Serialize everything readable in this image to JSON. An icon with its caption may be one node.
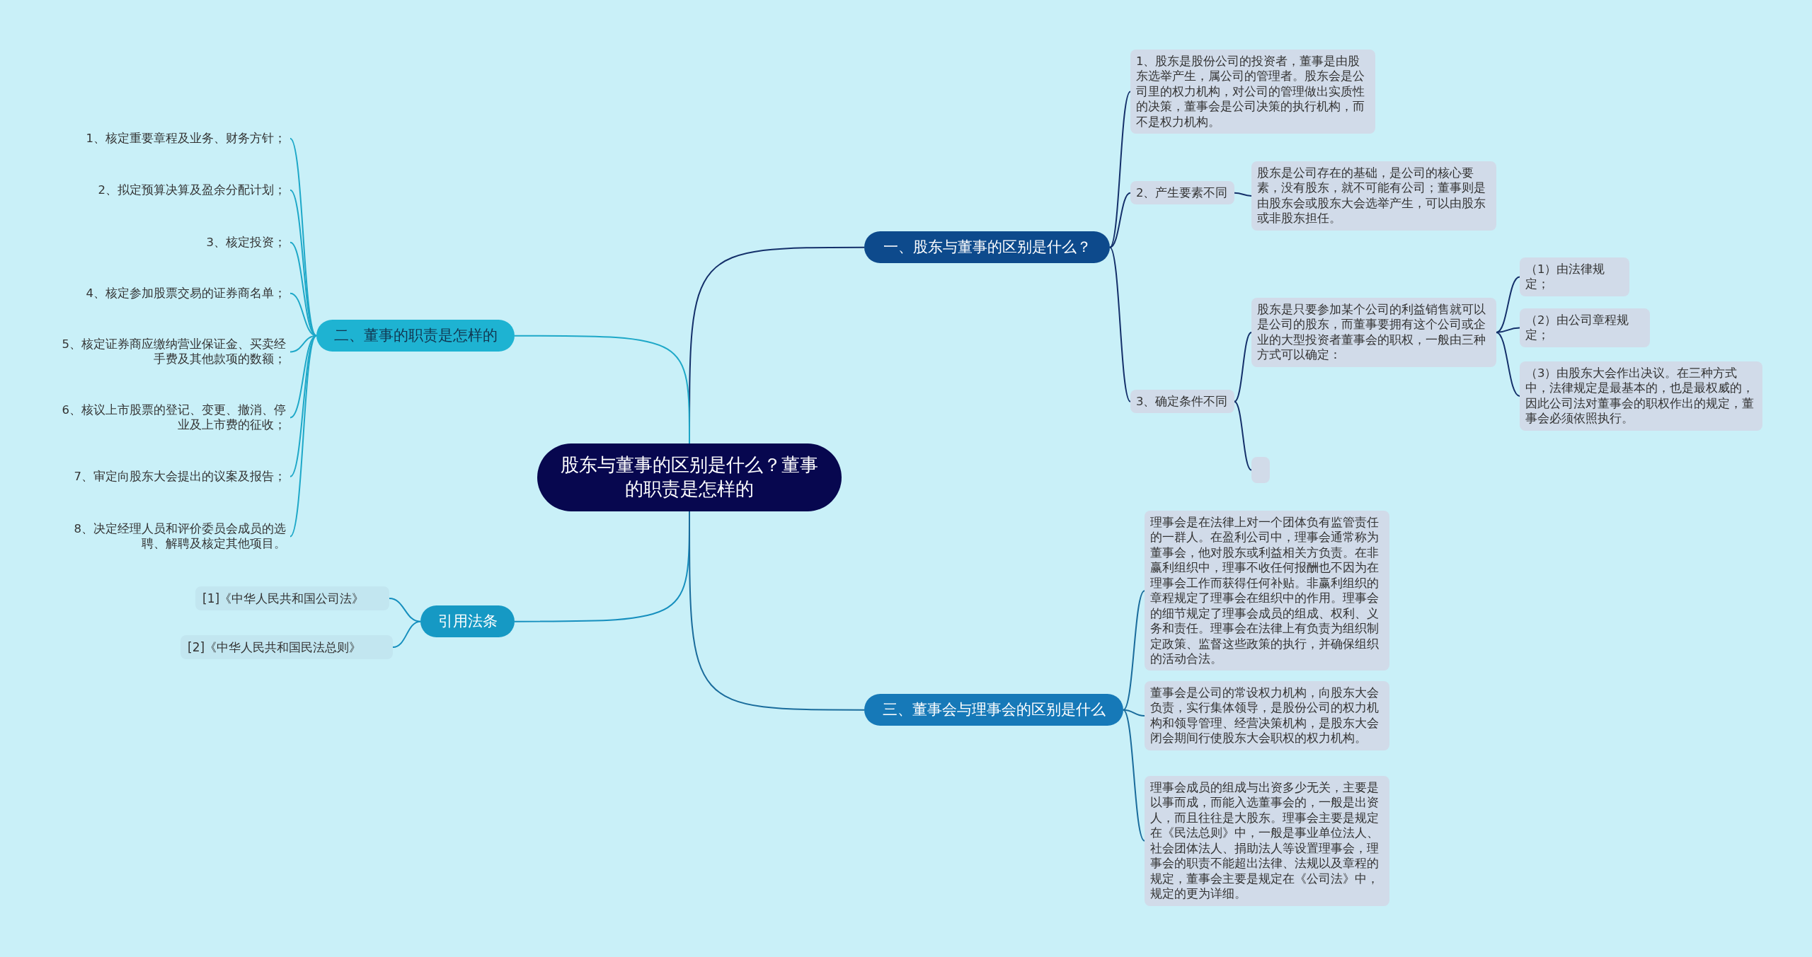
{
  "diagram": {
    "nodes": [
      {
        "text": [
          "股东与董事的区别是什么？董事的职责是怎样的"
        ]
      },
      {
        "text": [
          "一、股东与董事的区别是什么？"
        ]
      },
      {
        "text": [
          "1、股东是股份公司的投资者，董事是由股东选举产生，属公司的管理者。股东会是公司里的权力机构，对公司的管理做出实质性的决策，董事会是公司决策的执行机构，而不是权力机构。"
        ]
      },
      {
        "text": [
          "2、产生要素不同"
        ]
      },
      {
        "text": [
          "股东是公司存在的基础，是公司的核心要素，没有股东，就不可能有公司；董事则是由股东会或股东大会选举产生，可以由股东或非股东担任。"
        ]
      },
      {
        "text": [
          "3、确定条件不同"
        ]
      },
      {
        "text": [
          "股东是只要参加某个公司的利益销售就可以是公司的股东，而董事要拥有这个公司或企业的大型投资者董事会的职权，一般由三种方式可以确定："
        ]
      },
      {
        "text": [],
        "shape": "box"
      },
      {
        "text": [
          "（1）由法律规定；"
        ]
      },
      {
        "text": [
          "（2）由公司章程规定；"
        ]
      },
      {
        "text": [
          "（3）由股东大会作出决议。在三种方式中，法律规定是最基本的，也是最权威的，因此公司法对董事会的职权作出的规定，董事会必须依照执行。"
        ]
      },
      {
        "text": [
          "二、董事的职责是怎样的"
        ]
      },
      {
        "text": [
          "1、核定重要章程及业务、财务方针；"
        ]
      },
      {
        "text": [
          "2、拟定预算决算及盈余分配计划；"
        ]
      },
      {
        "text": [
          "3、核定投资；"
        ]
      },
      {
        "text": [
          "4、核定参加股票交易的证券商名单；"
        ]
      },
      {
        "text": [
          "5、核定证券商应缴纳营业保证金、买卖经手费及其他款项的数额；"
        ]
      },
      {
        "text": [
          "6、核议上市股票的登记、变更、撤消、停业及上市费的征收；"
        ]
      },
      {
        "text": [
          "7、审定向股东大会提出的议案及报告；"
        ]
      },
      {
        "text": [
          "8、决定经理人员和评价委员会成员的选聘、解聘及核定其他项目。"
        ]
      },
      {
        "text": [
          "引用法条"
        ]
      },
      {
        "text": [
          "[1]《中华人民共和国公司法》"
        ]
      },
      {
        "text": [
          "[2]《中华人民共和国民法总则》"
        ]
      },
      {
        "text": [
          "三、董事会与理事会的区别是什么"
        ]
      },
      {
        "text": [
          "理事会是在法律上对一个团体负有监管责任的一群人。在盈利公司中，理事会通常称为董事会，他对股东或利益相关方负责。在非赢利组织中，理事不收任何报酬也不因为在理事会工作而获得任何补贴。非赢利组织的章程规定了理事会在组织中的作用。理事会的细节规定了理事会成员的组成、权利、义务和责任。理事会在法律上有负责为组织制定政策、监督这些政策的执行，并确保组织的活动合法。"
        ]
      },
      {
        "text": [
          "董事会是公司的常设权力机构，向股东大会负责，实行集体领导，是股份公司的权力机构和领导管理、经营决策机构，是股东大会闭会期间行使股东大会职权的权力机构。"
        ]
      },
      {
        "text": [
          "理事会成员的组成与出资多少无关，主要是以事而成，而能入选董事会的，一般是出资人，而且往往是大股东。理事会主要是规定在《民法总则》中，一般是事业单位法人、社会团体法人、捐助法人等设置理事会，理事会的职责不能超出法律、法规以及章程的规定，董事会主要是规定在《公司法》中，规定的更为详细。"
        ]
      }
    ],
    "edges": [
      {
        "from": 0,
        "to": 1,
        "arrow": "none",
        "color": "#14306a"
      },
      {
        "from": 1,
        "to": 2,
        "arrow": "none",
        "color": "#14306a"
      },
      {
        "from": 1,
        "to": 3,
        "arrow": "none",
        "color": "#14306a"
      },
      {
        "from": 1,
        "to": 5,
        "arrow": "none",
        "color": "#14306a"
      },
      {
        "from": 3,
        "to": 4,
        "arrow": "none",
        "color": "#14306a"
      },
      {
        "from": 5,
        "to": 6,
        "arrow": "none",
        "color": "#14306a"
      },
      {
        "from": 5,
        "to": 7,
        "arrow": "none",
        "color": "#14306a"
      },
      {
        "from": 6,
        "to": 8,
        "arrow": "none",
        "color": "#14306a"
      },
      {
        "from": 6,
        "to": 9,
        "arrow": "none",
        "color": "#14306a"
      },
      {
        "from": 6,
        "to": 10,
        "arrow": "none",
        "color": "#14306a"
      },
      {
        "from": 0,
        "to": 11,
        "arrow": "none",
        "color": "#1ea8c8"
      },
      {
        "from": 11,
        "to": 12,
        "arrow": "none",
        "color": "#1ea8c8"
      },
      {
        "from": 11,
        "to": 13,
        "arrow": "none",
        "color": "#1ea8c8"
      },
      {
        "from": 11,
        "to": 14,
        "arrow": "none",
        "color": "#1ea8c8"
      },
      {
        "from": 11,
        "to": 15,
        "arrow": "none",
        "color": "#1ea8c8"
      },
      {
        "from": 11,
        "to": 16,
        "arrow": "none",
        "color": "#1ea8c8"
      },
      {
        "from": 11,
        "to": 17,
        "arrow": "none",
        "color": "#1ea8c8"
      },
      {
        "from": 11,
        "to": 18,
        "arrow": "none",
        "color": "#1ea8c8"
      },
      {
        "from": 11,
        "to": 19,
        "arrow": "none",
        "color": "#1ea8c8"
      },
      {
        "from": 0,
        "to": 20,
        "arrow": "none",
        "color": "#168fbe"
      },
      {
        "from": 20,
        "to": 21,
        "arrow": "none",
        "color": "#168fbe"
      },
      {
        "from": 20,
        "to": 22,
        "arrow": "none",
        "color": "#168fbe"
      },
      {
        "from": 0,
        "to": 23,
        "arrow": "none",
        "color": "#1a6c9c"
      },
      {
        "from": 23,
        "to": 24,
        "arrow": "none",
        "color": "#1a6c9c"
      },
      {
        "from": 23,
        "to": 25,
        "arrow": "none",
        "color": "#1a6c9c"
      },
      {
        "from": 23,
        "to": 26,
        "arrow": "none",
        "color": "#1a6c9c"
      }
    ]
  }
}
